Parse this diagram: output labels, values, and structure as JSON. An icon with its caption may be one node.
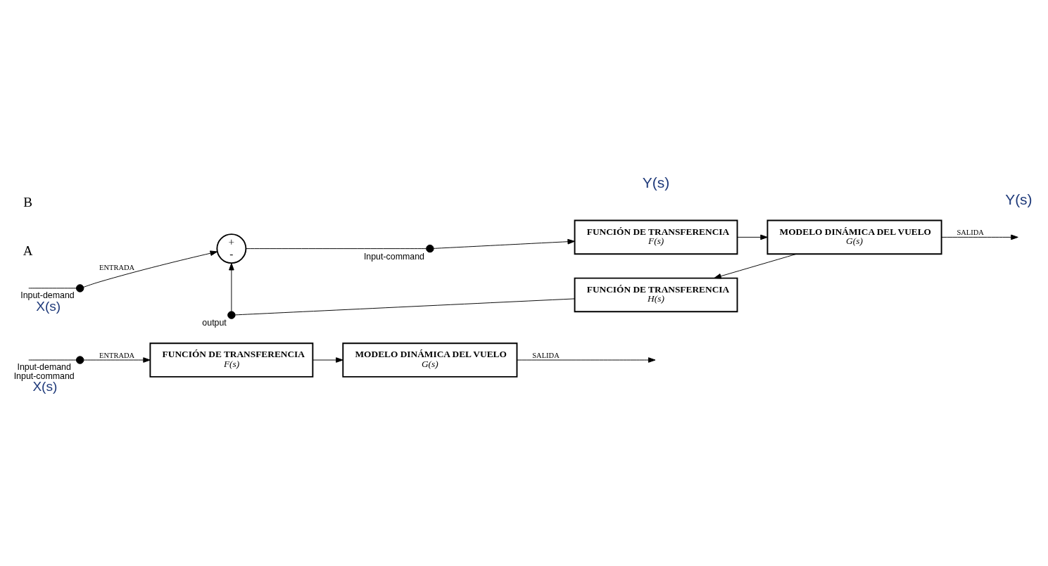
{
  "diagram": {
    "nodes": [
      {
        "text": [],
        "shape": "circle",
        "beside": [
          "Input-demand",
          "Input-command",
          "X(s)"
        ]
      },
      {
        "text": [
          "FUNCIÓN DE TRANSFERENCIA",
          "F(s)"
        ]
      },
      {
        "text": [
          "MODELO DINÁMICA DEL VUELO",
          "G(s)"
        ]
      },
      {
        "text": [],
        "shape": "circle",
        "beside": [
          "Input-demand",
          "X(s)"
        ]
      },
      {
        "text": [
          "+",
          "-"
        ]
      },
      {
        "text": [],
        "shape": "circle",
        "beside": [
          "Input-command"
        ]
      },
      {
        "text": [
          "FUNCIÓN DE TRANSFERENCIA",
          "F(s)"
        ]
      },
      {
        "text": [
          "MODELO DINÁMICA DEL VUELO",
          "G(s)"
        ]
      },
      {
        "text": [
          "FUNCIÓN DE TRANSFERENCIA",
          "H(s)"
        ]
      },
      {
        "text": [],
        "shape": "circle",
        "beside": [
          "output"
        ]
      }
    ],
    "edges": [
      {
        "from": null,
        "to": 0,
        "arrow": "none"
      },
      {
        "from": 0,
        "to": 1,
        "arrow": "to",
        "label": "ENTRADA"
      },
      {
        "from": 1,
        "to": 2,
        "arrow": "to"
      },
      {
        "from": 2,
        "to": null,
        "arrow": "to",
        "label": "SALIDA"
      },
      {
        "from": null,
        "to": 3,
        "arrow": "none"
      },
      {
        "from": 3,
        "to": 4,
        "arrow": "to",
        "label": "ENTRADA"
      },
      {
        "from": 4,
        "to": 5,
        "arrow": "none"
      },
      {
        "from": 5,
        "to": 6,
        "arrow": "to"
      },
      {
        "from": 6,
        "to": 7,
        "arrow": "to"
      },
      {
        "from": 7,
        "to": null,
        "arrow": "to",
        "label": "SALIDA"
      },
      {
        "from": 7,
        "to": 8,
        "arrow": "to"
      },
      {
        "from": 8,
        "to": 9,
        "arrow": "none"
      },
      {
        "from": 9,
        "to": 4,
        "arrow": "to"
      }
    ],
    "labels": [
      "A",
      "Y(s)",
      "B",
      "Y(s)"
    ]
  }
}
